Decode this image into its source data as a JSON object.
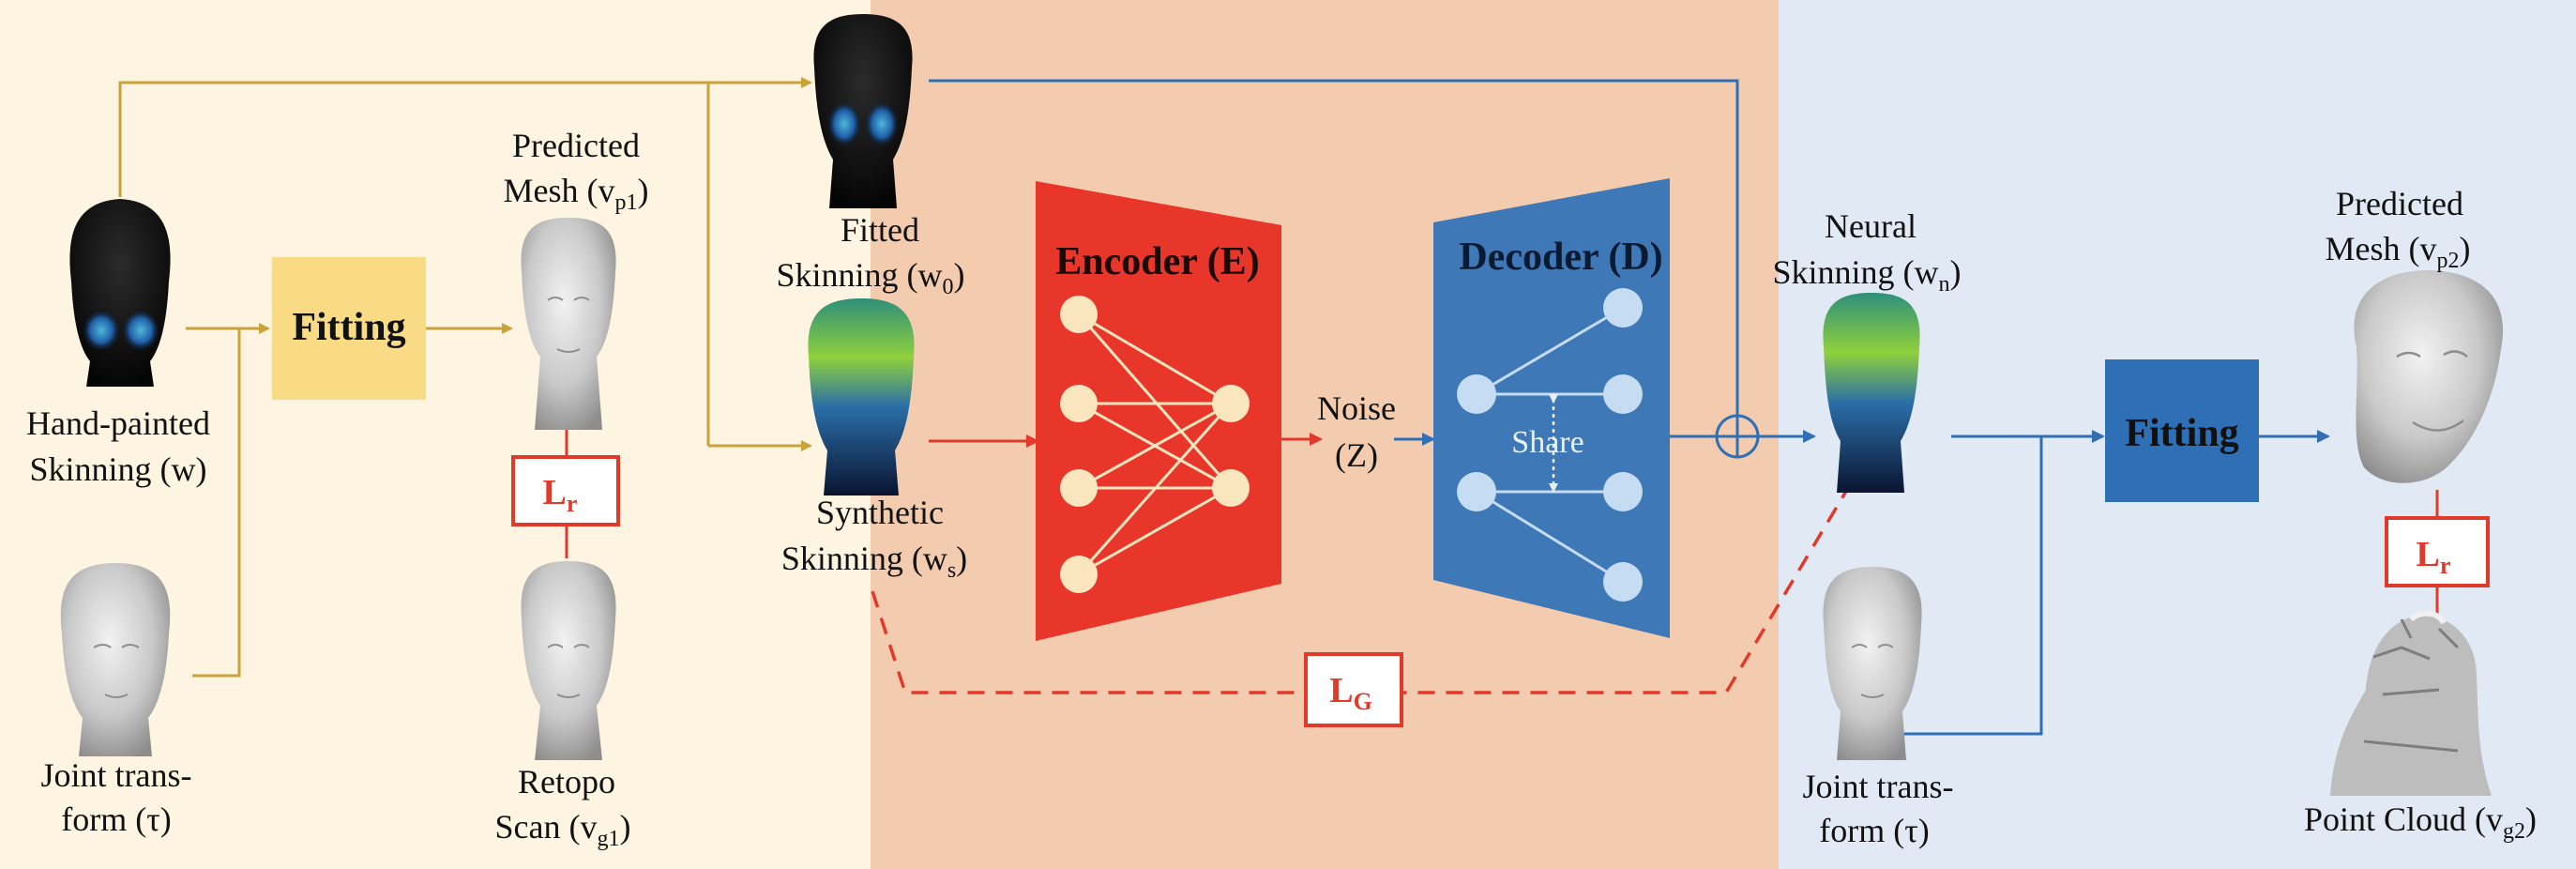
{
  "colors": {
    "panel_left": "#FDF4E1",
    "panel_mid": "#F3CBAE",
    "panel_right": "#E1EAF4",
    "arrow_gold": "#C9A33A",
    "arrow_blue": "#2E6FB6",
    "arrow_red": "#E23A2A",
    "fitting_left": "#F9DA85",
    "fitting_right": "#2E6FB6",
    "encoder": "#E8362A",
    "decoder": "#3F78B6",
    "node": "#F9E5BE",
    "node_dec": "#C6DCF2",
    "loss": "#E23A2A"
  },
  "labels": {
    "hand_painted_1": "Hand-painted",
    "hand_painted_2": "Skinning (w)",
    "joint_left_1": "Joint trans-",
    "joint_left_2": "form (τ)",
    "fitting_left": "Fitting",
    "pred_mesh1_1": "Predicted",
    "pred_mesh1_2": "Mesh (v",
    "pred_mesh1_sub": "p1",
    "pred_mesh1_end": ")",
    "loss_r_left": "L",
    "loss_r_sub": "r",
    "retopo_1": "Retopo",
    "retopo_2": "Scan (v",
    "retopo_sub": "g1",
    "retopo_end": ")",
    "fitted_1": "Fitted",
    "fitted_2": "Skinning (w",
    "fitted_sub": "0",
    "fitted_end": ")",
    "synthetic_1": "Synthetic",
    "synthetic_2": "Skinning (w",
    "synthetic_sub": "s",
    "synthetic_end": ")",
    "encoder": "Encoder (E)",
    "decoder": "Decoder (D)",
    "noise_1": "Noise",
    "noise_2": "(Z)",
    "share": "Share",
    "loss_g": "L",
    "loss_g_sub": "G",
    "neural_1": "Neural",
    "neural_2": "Skinning (w",
    "neural_sub": "n",
    "neural_end": ")",
    "joint_right_1": "Joint trans-",
    "joint_right_2": "form (τ)",
    "fitting_right": "Fitting",
    "pred_mesh2_1": "Predicted",
    "pred_mesh2_2": "Mesh (v",
    "pred_mesh2_sub": "p2",
    "pred_mesh2_end": ")",
    "loss_r_right": "L",
    "loss_r_right_sub": "r",
    "point_cloud": "Point Cloud (v",
    "point_cloud_sub": "g2",
    "point_cloud_end": ")"
  }
}
